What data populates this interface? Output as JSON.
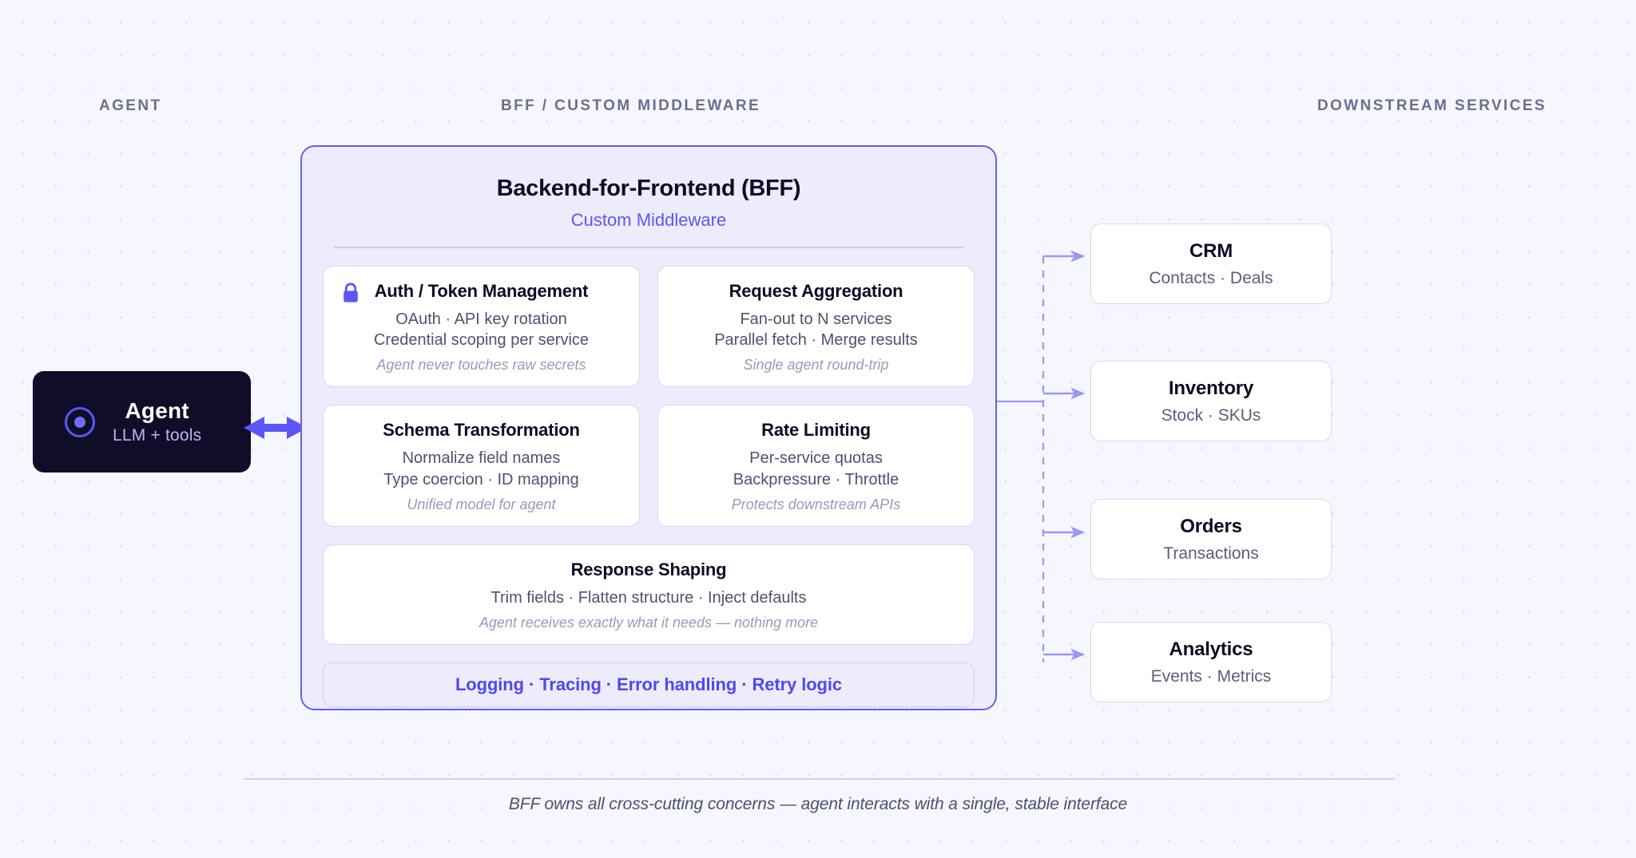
{
  "columns": {
    "agent": "AGENT",
    "bff": "BFF / CUSTOM MIDDLEWARE",
    "downstream": "DOWNSTREAM SERVICES"
  },
  "agent": {
    "title": "Agent",
    "subtitle": "LLM + tools",
    "icon": "target-dot-icon",
    "link_icon": "bidirectional-arrow-icon"
  },
  "bff": {
    "title": "Backend-for-Frontend (BFF)",
    "subtitle": "Custom Middleware",
    "cards": [
      {
        "title": "Auth / Token Management",
        "line1": "OAuth · API key rotation",
        "line2": "Credential scoping per service",
        "note": "Agent never touches raw secrets",
        "icon": "lock-icon"
      },
      {
        "title": "Request Aggregation",
        "line1": "Fan-out to N services",
        "line2": "Parallel fetch · Merge results",
        "note": "Single agent round-trip",
        "icon": ""
      },
      {
        "title": "Schema Transformation",
        "line1": "Normalize field names",
        "line2": "Type coercion · ID mapping",
        "note": "Unified model for agent",
        "icon": ""
      },
      {
        "title": "Rate Limiting",
        "line1": "Per-service quotas",
        "line2": "Backpressure · Throttle",
        "note": "Protects downstream APIs",
        "icon": ""
      },
      {
        "title": "Response Shaping",
        "line1": "Trim fields · Flatten structure · Inject defaults",
        "line2": "",
        "note": "Agent receives exactly what it needs — nothing more",
        "icon": ""
      }
    ],
    "cross_cutting": "Logging · Tracing · Error handling · Retry logic"
  },
  "services": [
    {
      "title": "CRM",
      "subtitle": "Contacts · Deals"
    },
    {
      "title": "Inventory",
      "subtitle": "Stock · SKUs"
    },
    {
      "title": "Orders",
      "subtitle": "Transactions"
    },
    {
      "title": "Analytics",
      "subtitle": "Events · Metrics"
    }
  ],
  "footer": {
    "caption": "BFF owns all cross-cutting concerns — agent interacts with a single, stable interface"
  },
  "colors": {
    "canvas": "#f6f6fe",
    "accent": "#6360f2",
    "accent_text": "#5c56ef",
    "panel_fill": "#eeebfd",
    "agent_fill": "#100d28",
    "muted_text": "#6b6e8f",
    "note_text": "#9a99bc",
    "connector": "#9b98f5"
  }
}
